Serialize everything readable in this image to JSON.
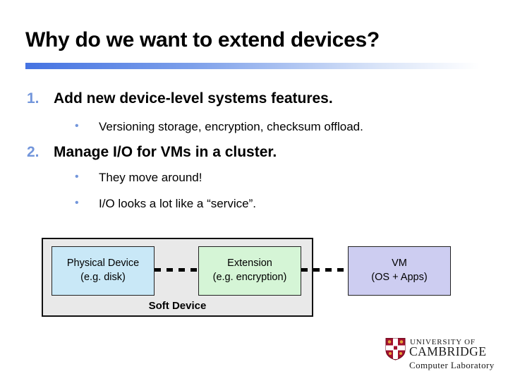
{
  "slide": {
    "title": "Why do we want to extend devices?",
    "bullet_char": "•",
    "items": [
      {
        "number": "1.",
        "text": "Add new device-level systems features.",
        "bullets": [
          "Versioning storage, encryption, checksum offload."
        ]
      },
      {
        "number": "2.",
        "text": "Manage I/O for VMs in a cluster.",
        "bullets": [
          "They move around!",
          "I/O looks a lot like a “service”."
        ]
      }
    ]
  },
  "diagram": {
    "container_label": "Soft Device",
    "boxes": [
      {
        "title": "Physical Device",
        "subtitle": "(e.g. disk)",
        "color": "#C9E8F7"
      },
      {
        "title": "Extension",
        "subtitle": "(e.g. encryption)",
        "color": "#D5F5D6"
      },
      {
        "title": "VM",
        "subtitle": "(OS + Apps)",
        "color": "#CDCDF1"
      }
    ]
  },
  "logo": {
    "university_of": "UNIVERSITY OF",
    "cambridge": "CAMBRIDGE",
    "department": "Computer Laboratory",
    "shield_color": "#A3112E"
  },
  "colors": {
    "accent_blue_number": "#7396DB",
    "title_bar_left": "#4573E2",
    "gray_container": "#E9E9E9"
  }
}
